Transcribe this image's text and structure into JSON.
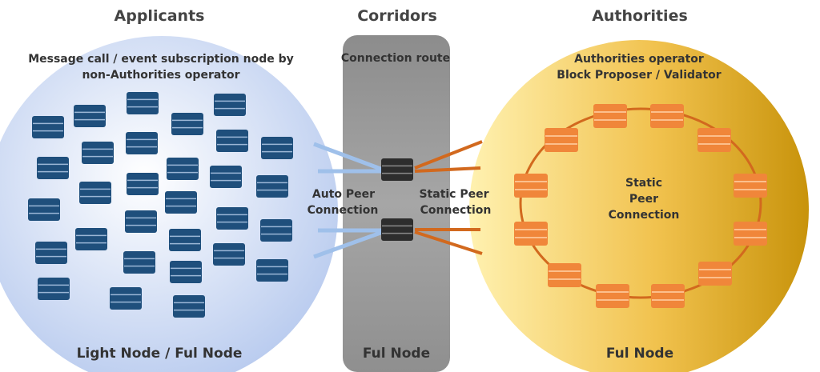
{
  "sections": {
    "applicants": {
      "heading": "Applicants",
      "desc_line1": "Message call / event subscription node by",
      "desc_line2": "non-Authorities operator",
      "footer": "Light Node / Ful Node"
    },
    "corridors": {
      "heading": "Corridors",
      "desc": "Connection route",
      "footer": "Ful Node",
      "left_label_line1": "Auto Peer",
      "left_label_line2": "Connection",
      "right_label_line1": "Static Peer",
      "right_label_line2": "Connection"
    },
    "authorities": {
      "heading": "Authorities",
      "desc_line1": "Authorities operator",
      "desc_line2": "Block Proposer / Validator",
      "center_line1": "Static",
      "center_line2": "Peer",
      "center_line3": "Connection",
      "footer": "Ful Node"
    }
  },
  "colors": {
    "applicant_node": "#1f4f7c",
    "corridor_node": "#2d2d2d",
    "authority_node": "#f0863a",
    "blue_link": "#9fc0ea",
    "orange_link": "#d2691e"
  },
  "icons": {
    "node": "database-server-icon"
  }
}
